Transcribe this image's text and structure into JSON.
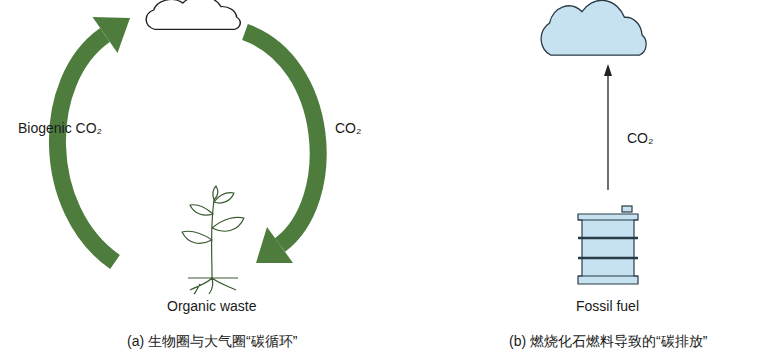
{
  "diagram": {
    "nodes": [
      {
        "text": [
          "Organic waste"
        ]
      },
      {
        "text": [
          "Fossil fuel"
        ]
      }
    ],
    "labels": [
      "Biogenic CO₂",
      "CO₂",
      "CO₂",
      "(a) 生物圈与大气圈“碳循环”",
      "(b) 燃烧化石燃料导致的“碳排放”"
    ]
  }
}
